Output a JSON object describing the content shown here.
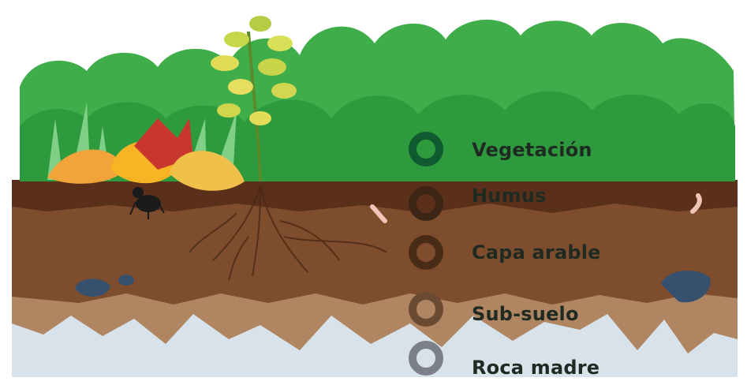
{
  "layers": [
    {
      "key": "vegetation",
      "label": "Vegetación",
      "color": "#0f5a2e"
    },
    {
      "key": "humus",
      "label": "Humus",
      "color": "#3d2414"
    },
    {
      "key": "topsoil",
      "label": "Capa arable",
      "color": "#4a2b18"
    },
    {
      "key": "subsoil",
      "label": "Sub-suelo",
      "color": "#6b4a32"
    },
    {
      "key": "bedrock",
      "label": "Roca madre",
      "color": "#7c8088"
    }
  ]
}
